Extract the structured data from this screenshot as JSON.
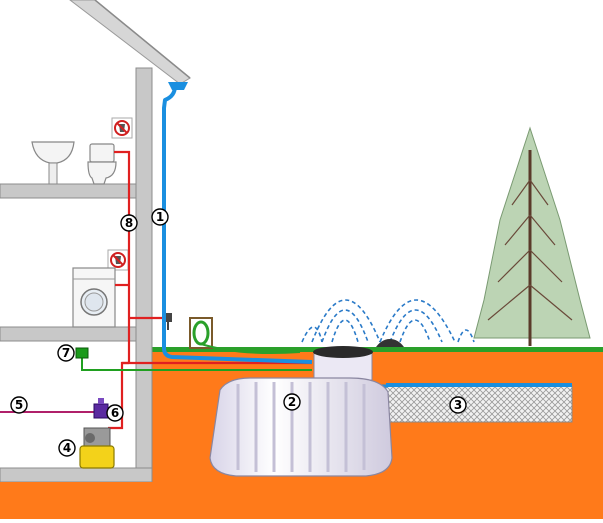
{
  "diagram": {
    "labels": [
      {
        "id": "downpipe",
        "text": "1"
      },
      {
        "id": "tank",
        "text": "2"
      },
      {
        "id": "infiltration",
        "text": "3"
      },
      {
        "id": "pump",
        "text": "4"
      },
      {
        "id": "mains",
        "text": "5"
      },
      {
        "id": "valve",
        "text": "6"
      },
      {
        "id": "control",
        "text": "7"
      },
      {
        "id": "rainwater-supply",
        "text": "8"
      }
    ],
    "colors": {
      "soil": "#ff7a1a",
      "wall": "#c8c8c8",
      "rain_pipe": "#1a8fe0",
      "supply_pipe": "#e02020",
      "mains_pipe": "#b0206a",
      "control_line": "#20a020",
      "grass": "#2aa02a",
      "tank": "#f0eef6",
      "tree": "#bcd4b4"
    },
    "icons": [
      "toilet-icon",
      "washbasin-icon",
      "washing-machine-icon",
      "no-drinking-sign-icon",
      "garden-hose-reel-icon",
      "sprinkler-icon",
      "pump-icon",
      "tree-icon"
    ]
  }
}
